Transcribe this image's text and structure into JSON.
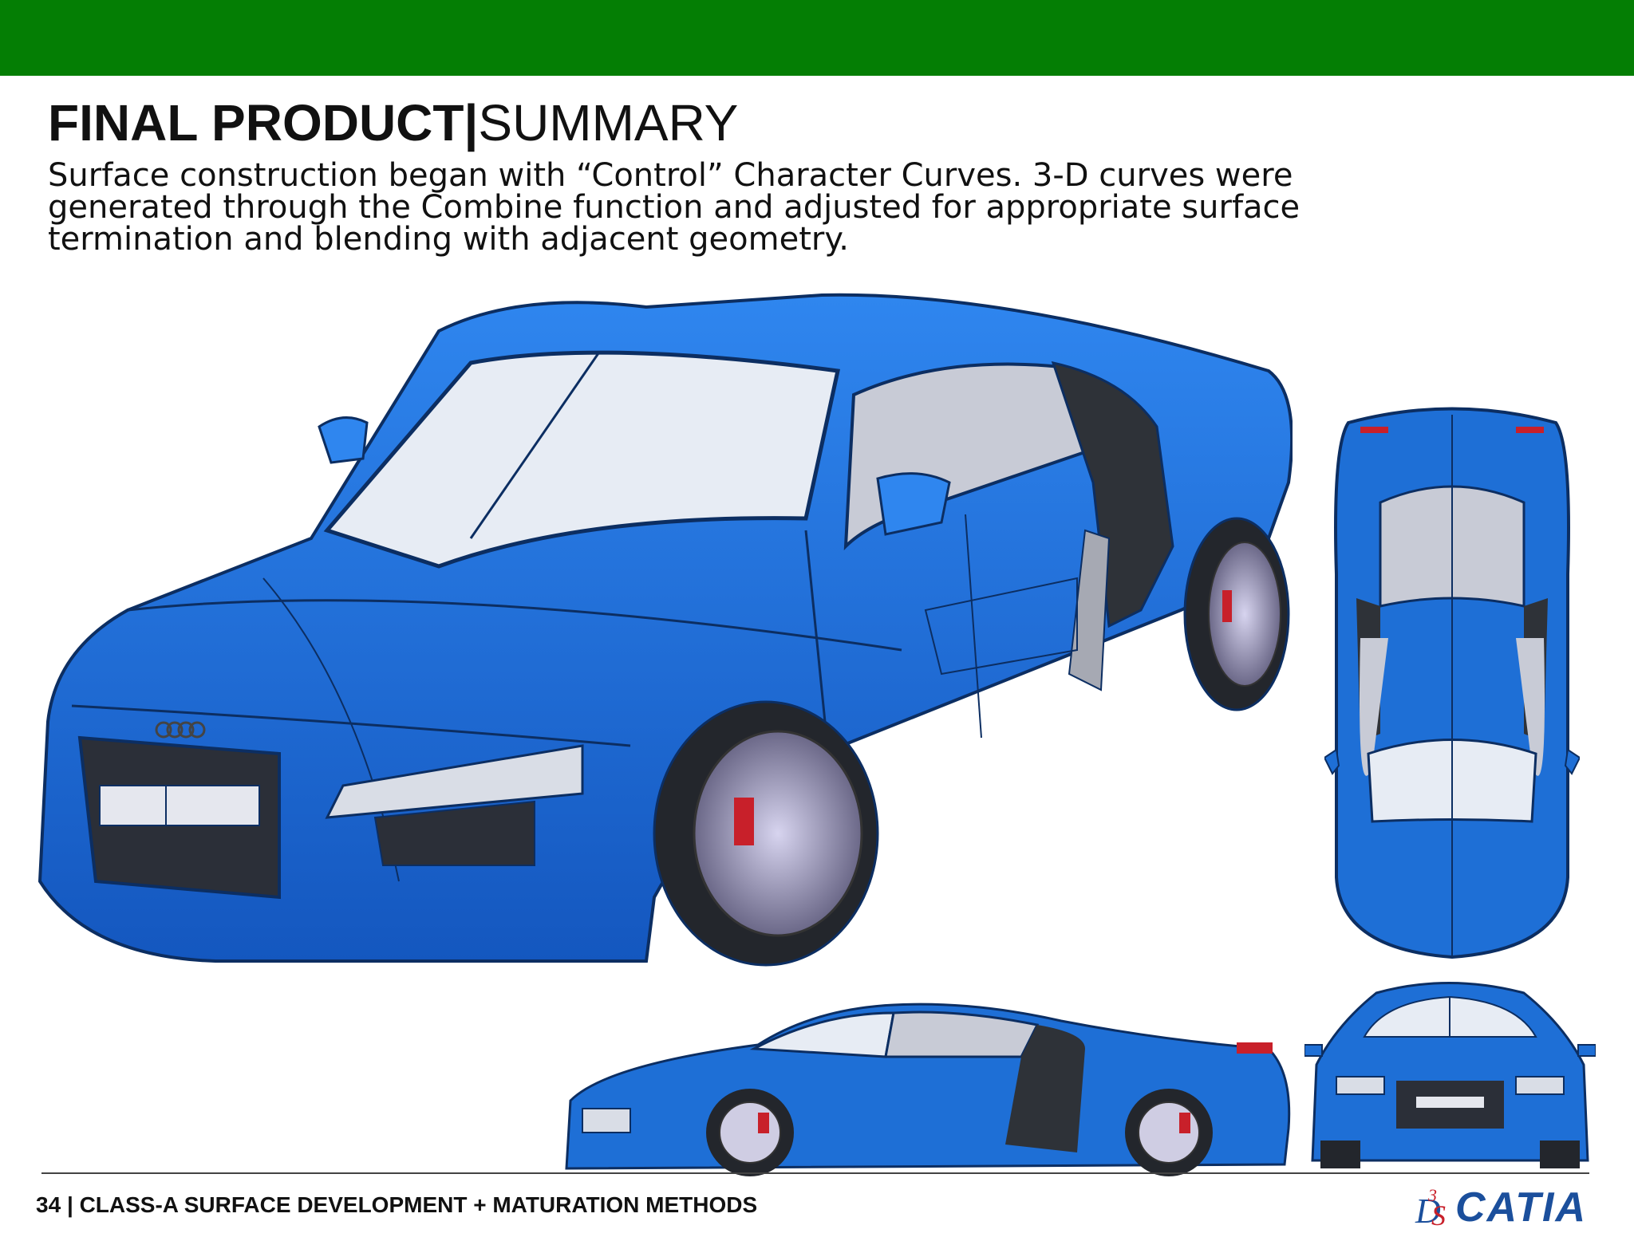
{
  "header": {
    "title_bold": "FINAL PRODUCT",
    "title_separator": "|",
    "title_light": "SUMMARY"
  },
  "body": {
    "paragraph": "Surface construction began with “Control” Character Curves. 3-D curves were generated through the Combine function and adjusted for appropriate surface termination and blending with adjacent geometry."
  },
  "footer": {
    "page_number": "34",
    "separator": "|",
    "section_title": "CLASS-A SURFACE DEVELOPMENT + MATURATION METHODS",
    "logo_text": "CATIA"
  },
  "colors": {
    "header_bar": "#047e04",
    "car_body": "#1e6fd6",
    "logo_blue": "#1b4f9c"
  }
}
